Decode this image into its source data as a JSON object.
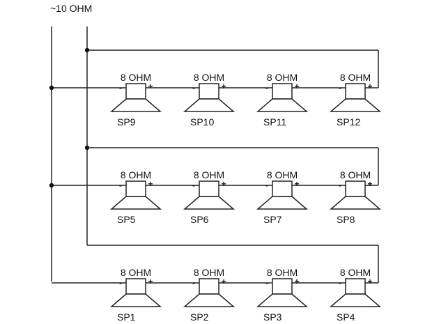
{
  "diagram": {
    "title": "~10 OHM",
    "rows": [
      {
        "speakers": [
          {
            "name": "SP9",
            "impedance": "8 OHM"
          },
          {
            "name": "SP10",
            "impedance": "8 OHM"
          },
          {
            "name": "SP11",
            "impedance": "8 OHM"
          },
          {
            "name": "SP12",
            "impedance": "8 OHM"
          }
        ]
      },
      {
        "speakers": [
          {
            "name": "SP5",
            "impedance": "8 OHM"
          },
          {
            "name": "SP6",
            "impedance": "8 OHM"
          },
          {
            "name": "SP7",
            "impedance": "8 OHM"
          },
          {
            "name": "SP8",
            "impedance": "8 OHM"
          }
        ]
      },
      {
        "speakers": [
          {
            "name": "SP1",
            "impedance": "8 OHM"
          },
          {
            "name": "SP2",
            "impedance": "8 OHM"
          },
          {
            "name": "SP3",
            "impedance": "8 OHM"
          },
          {
            "name": "SP4",
            "impedance": "8 OHM"
          }
        ]
      }
    ],
    "polarity": {
      "negative": "-",
      "positive": "+"
    }
  }
}
